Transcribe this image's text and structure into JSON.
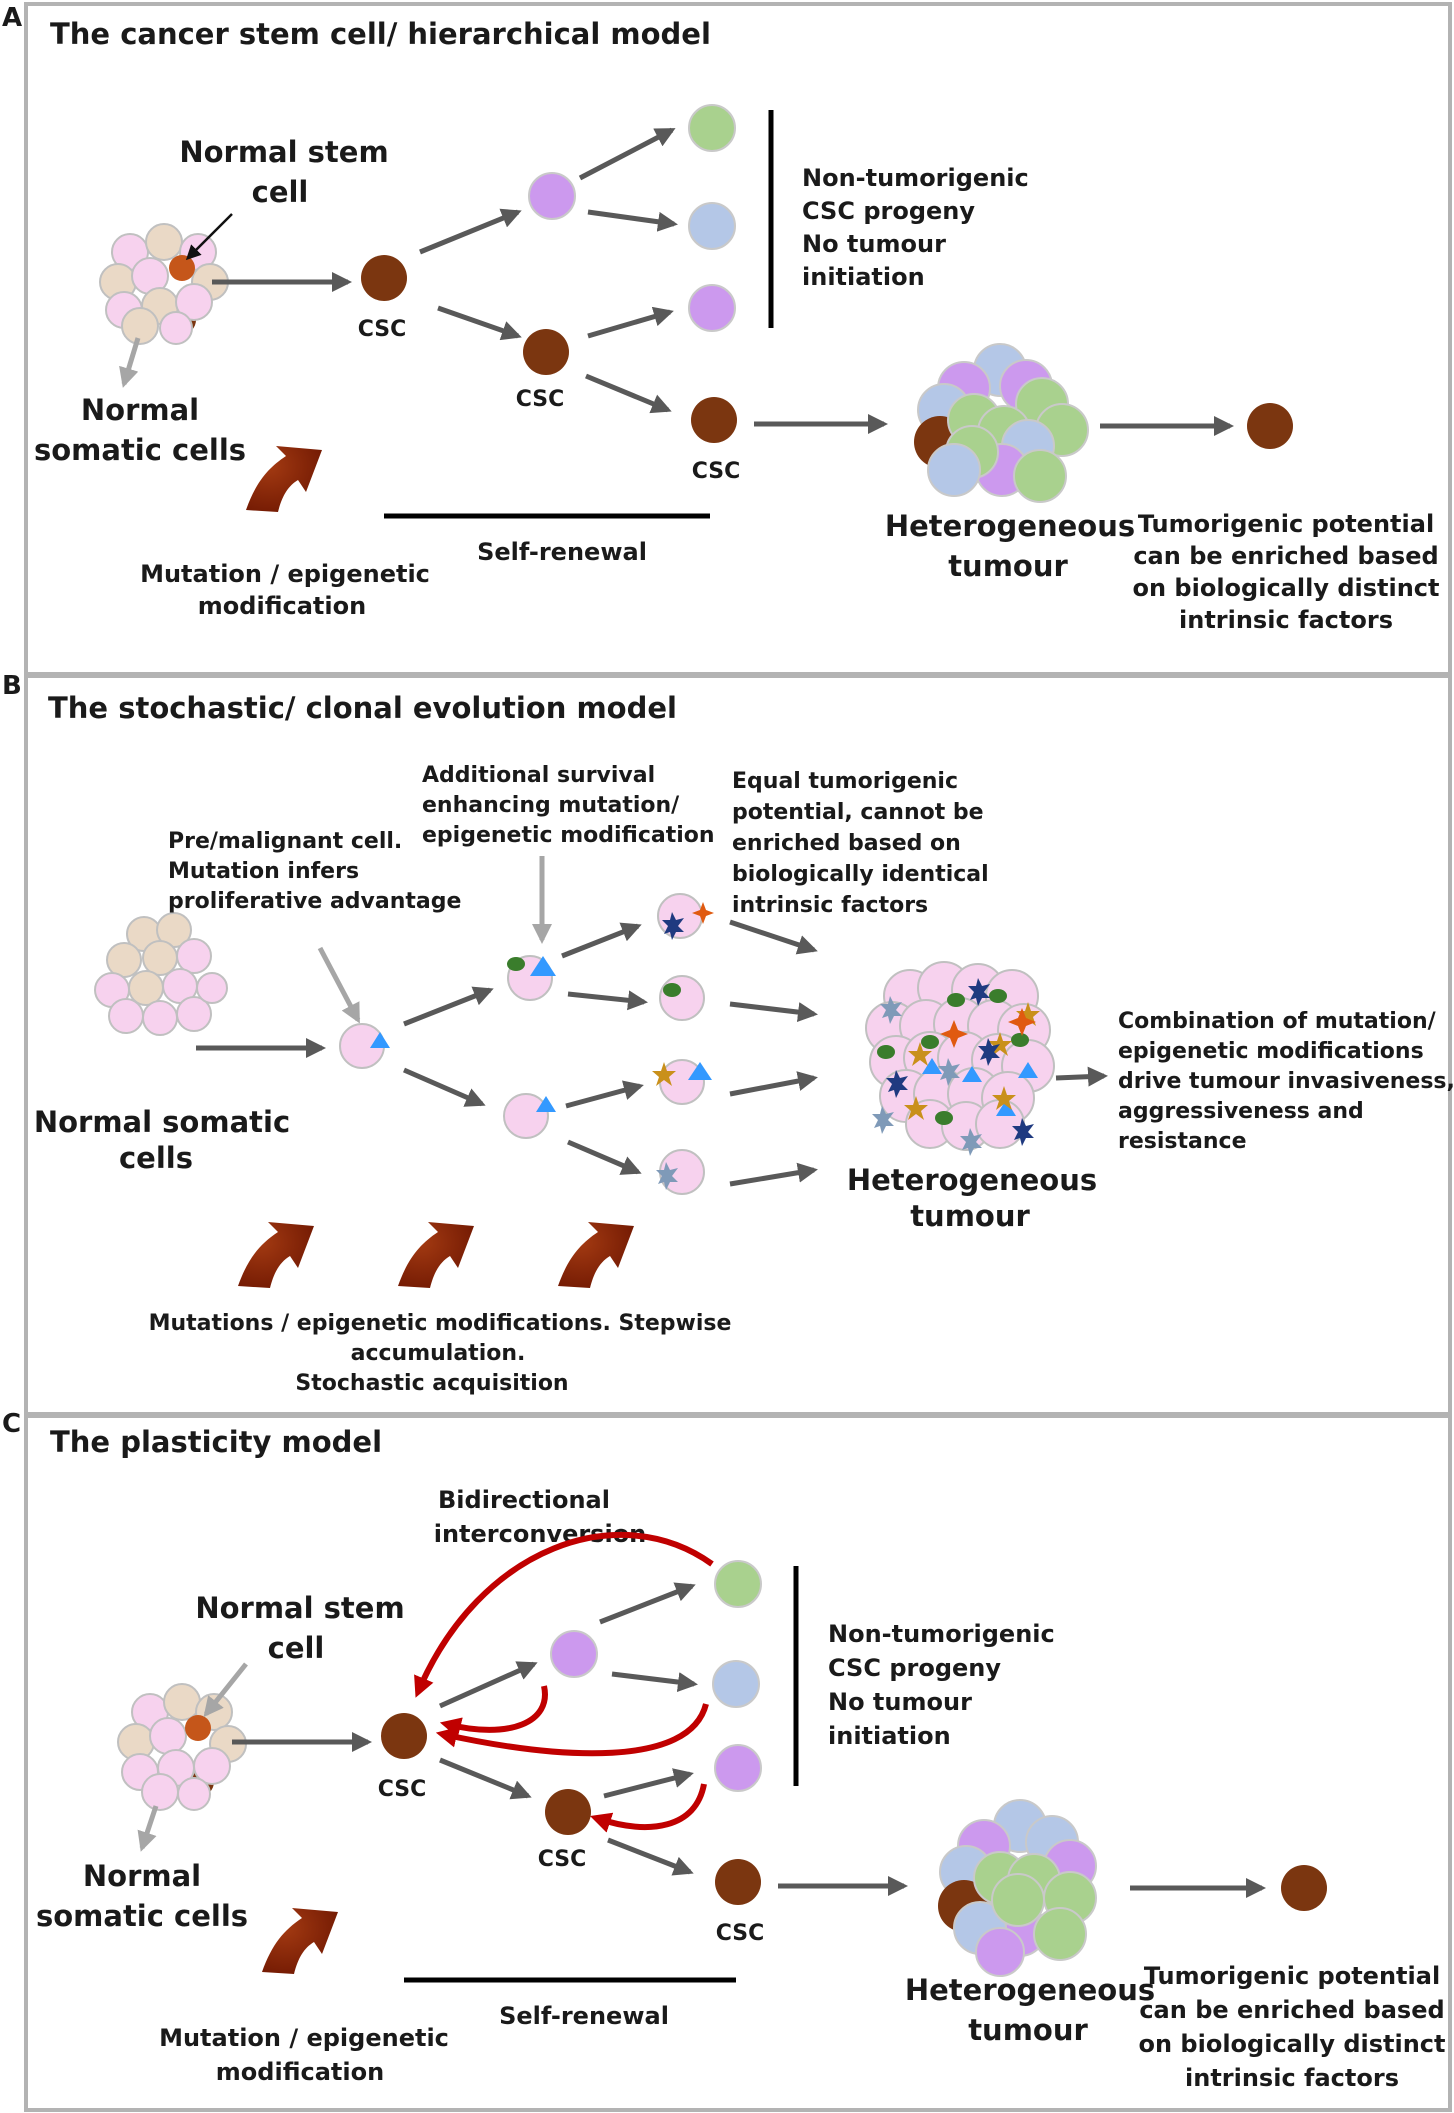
{
  "panels": {
    "a": {
      "letter": "A",
      "title": "The cancer stem cell/ hierarchical model",
      "normal_stem_cell": [
        "Normal stem",
        "cell"
      ],
      "normal_somatic": [
        "Normal",
        "somatic cells"
      ],
      "csc": "CSC",
      "non_tumorigenic": [
        "Non-tumorigenic",
        "CSC progeny",
        "No tumour",
        "initiation"
      ],
      "self_renewal": "Self-renewal",
      "mutation": [
        "Mutation / epigenetic",
        "modification"
      ],
      "heterogeneous": [
        "Heterogeneous",
        "tumour"
      ],
      "tumorigenic": [
        "Tumorigenic potential",
        "can be enriched based",
        "on biologically distinct",
        "intrinsic factors"
      ]
    },
    "b": {
      "letter": "B",
      "title": "The stochastic/ clonal evolution model",
      "normal_somatic": [
        "Normal somatic",
        "cells"
      ],
      "premalignant": [
        "Pre/malignant cell.",
        "Mutation infers",
        "proliferative advantage"
      ],
      "additional": [
        "Additional survival",
        "enhancing mutation/",
        "epigenetic modification"
      ],
      "equal": [
        "Equal tumorigenic",
        "potential, cannot be",
        "enriched based on",
        "biologically identical",
        "intrinsic factors"
      ],
      "combination": [
        "Combination of mutation/",
        "epigenetic modifications",
        "drive tumour invasiveness,",
        "aggressiveness and",
        "resistance"
      ],
      "heterogeneous": [
        "Heterogeneous",
        "tumour"
      ],
      "mutations": [
        "Mutations / epigenetic modifications. Stepwise",
        "accumulation.",
        "Stochastic acquisition"
      ]
    },
    "c": {
      "letter": "C",
      "title": "The plasticity model",
      "bidirectional": [
        "Bidirectional",
        "interconversion"
      ],
      "normal_stem_cell": [
        "Normal stem",
        "cell"
      ],
      "normal_somatic": [
        "Normal",
        "somatic cells"
      ],
      "csc": "CSC",
      "non_tumorigenic": [
        "Non-tumorigenic",
        "CSC progeny",
        "No tumour",
        "initiation"
      ],
      "self_renewal": "Self-renewal",
      "mutation": [
        "Mutation / epigenetic",
        "modification"
      ],
      "heterogeneous": [
        "Heterogeneous",
        "tumour"
      ],
      "tumorigenic": [
        "Tumorigenic potential",
        "can be enriched based",
        "on biologically distinct",
        "intrinsic factors"
      ]
    }
  },
  "colors": {
    "csc": "#7b3610",
    "progeny_green": "#a9d18e",
    "progeny_blue": "#b4c7e7",
    "progeny_purple": "#cc99ee",
    "somatic_pink": "#f7d2ee",
    "mutation_arrow": "#7a1a00",
    "interconversion": "#c00000"
  }
}
